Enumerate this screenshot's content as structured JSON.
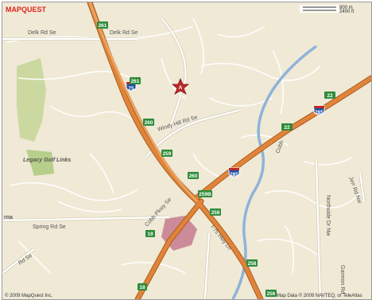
{
  "map": {
    "brand": "MAPQUEST",
    "copyright_left": "© 2009 MapQuest Inc.",
    "copyright_right": "Map Data © 2009 NAVTEQ, or TeleAtlas",
    "scale": {
      "metric": "800 m",
      "imperial": "2400 ft"
    },
    "marker": {
      "label": "A"
    },
    "roads": [
      {
        "id": "delk",
        "name": "Delk Rd Se"
      },
      {
        "id": "delk2",
        "name": "Delk Rd Se"
      },
      {
        "id": "windy",
        "name": "Windy Hill Rd Se"
      },
      {
        "id": "cobb",
        "name": "Cobb Pkwy Se"
      },
      {
        "id": "i75s",
        "name": "I-75 Hwy Ln"
      },
      {
        "id": "spring",
        "name": "Spring Rd Se"
      },
      {
        "id": "northside",
        "name": "Northside Dr Nw"
      },
      {
        "id": "jerry",
        "name": "Jerr Rd Nw"
      },
      {
        "id": "garmon",
        "name": "Garmon Rd"
      },
      {
        "id": "sw",
        "name": "Rd Se"
      },
      {
        "id": "na",
        "name": "rna"
      }
    ],
    "water": {
      "name": "Cobb"
    },
    "park": {
      "name": "Legacy Golf Links"
    },
    "interstates": [
      "75",
      "285",
      "285"
    ],
    "exits": [
      "261",
      "261",
      "260",
      "259",
      "260",
      "259B",
      "258",
      "258",
      "256",
      "22",
      "22",
      "19",
      "18"
    ],
    "colors": {
      "background": "#efe9d6",
      "interstate": "#e1843a",
      "interstate_edge": "#a85d1d",
      "road": "#ffffff",
      "road_edge": "#c9c2a8",
      "water": "#8fb3d9",
      "park": "#b6cf8a",
      "mall": "#cc8b98",
      "marker": "#c22a2a",
      "shield_green": "#2e8b3a"
    }
  }
}
